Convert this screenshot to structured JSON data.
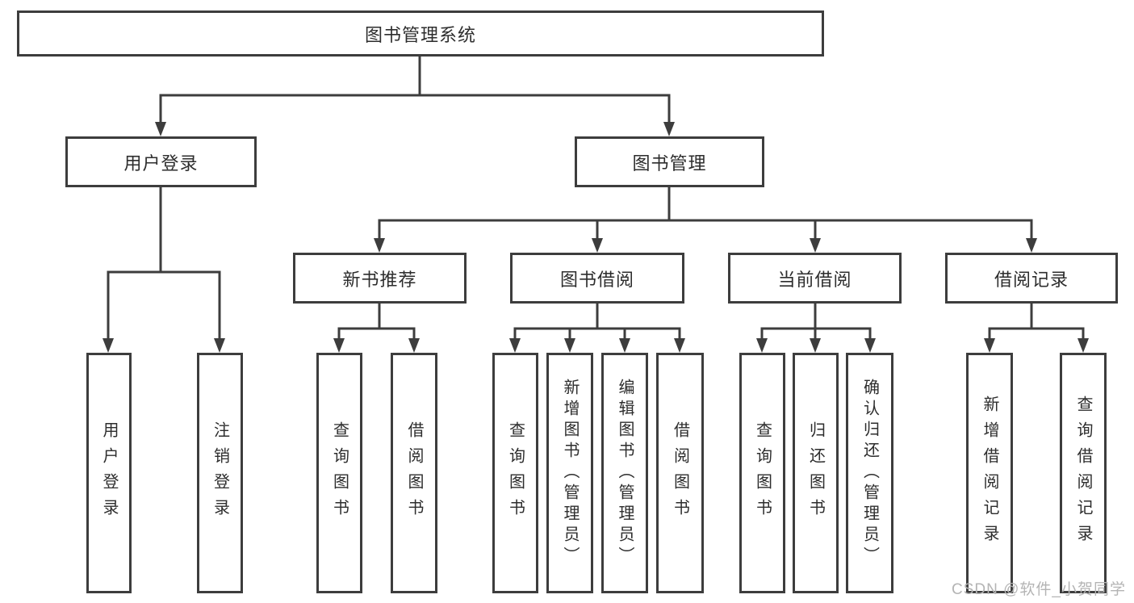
{
  "diagram": {
    "root": {
      "label": "图书管理系统"
    },
    "level2": [
      {
        "label": "用户登录"
      },
      {
        "label": "图书管理"
      }
    ],
    "level3": [
      {
        "label": "新书推荐"
      },
      {
        "label": "图书借阅"
      },
      {
        "label": "当前借阅"
      },
      {
        "label": "借阅记录"
      }
    ],
    "leaves": {
      "user_login": [
        {
          "label": "用户登录"
        },
        {
          "label": "注销登录"
        }
      ],
      "new_book_recommend": [
        {
          "label": "查询图书"
        },
        {
          "label": "借阅图书"
        }
      ],
      "book_borrow": [
        {
          "label": "查询图书"
        },
        {
          "label": "新增图书（管理员）"
        },
        {
          "label": "编辑图书（管理员）"
        },
        {
          "label": "借阅图书"
        }
      ],
      "current_borrow": [
        {
          "label": "查询图书"
        },
        {
          "label": "归还图书"
        },
        {
          "label": "确认归还（管理员）"
        }
      ],
      "borrow_records": [
        {
          "label": "新增借阅记录"
        },
        {
          "label": "查询借阅记录"
        }
      ]
    }
  },
  "watermark": {
    "text": "CSDN @软件_小贺同学"
  },
  "colors": {
    "line": "#3d3d3d",
    "text": "#2d2d2d",
    "watermark": "#b4b4b4",
    "background": "#ffffff"
  }
}
